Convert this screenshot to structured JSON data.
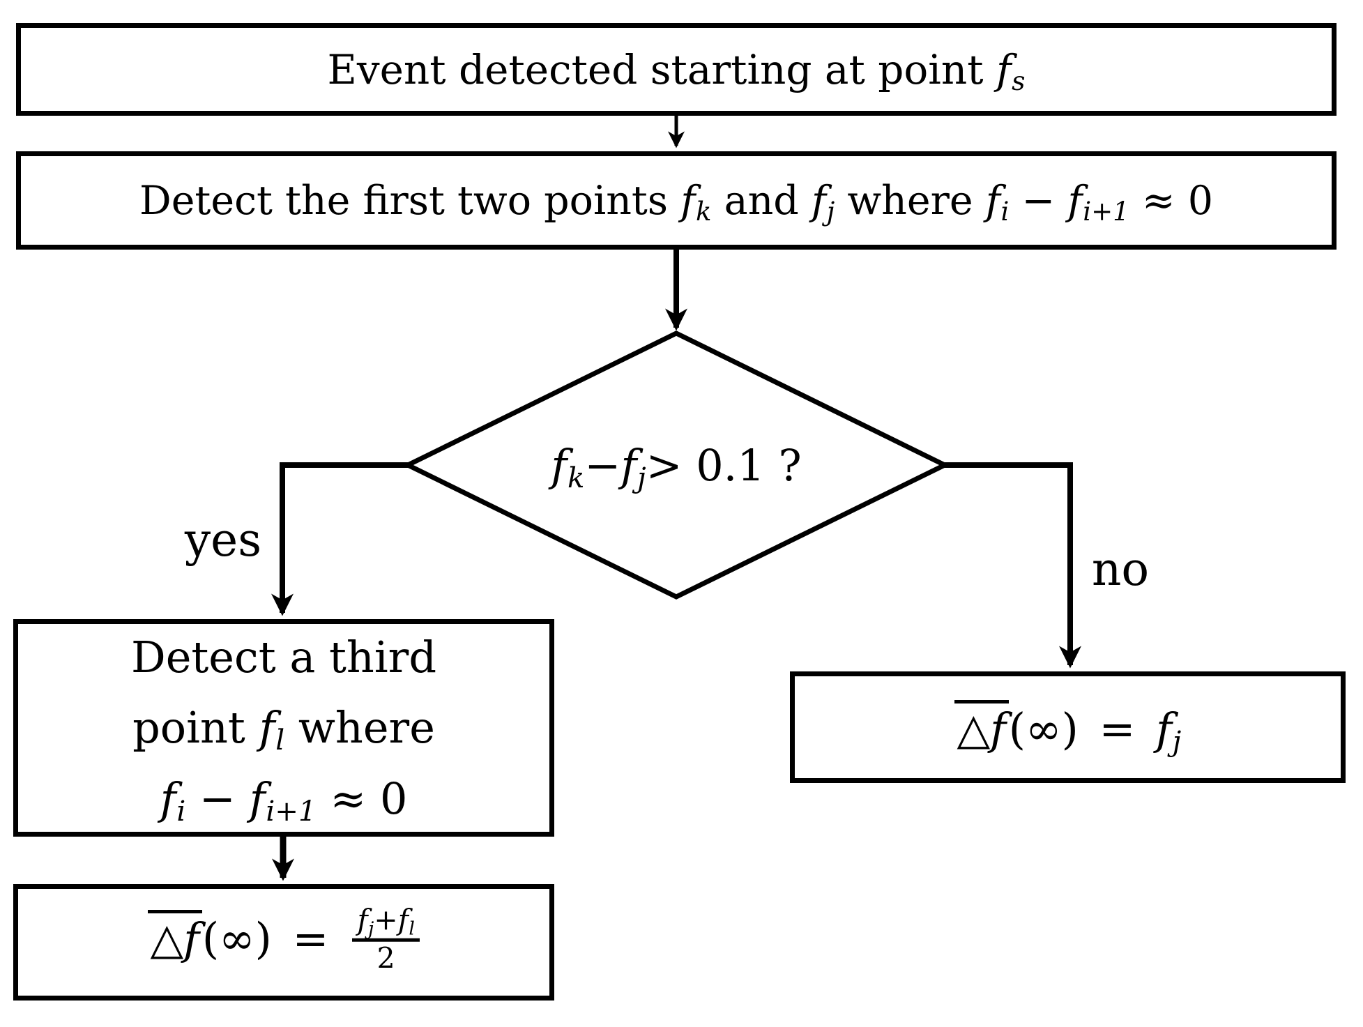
{
  "colors": {
    "stroke": "#000000",
    "background": "#ffffff"
  },
  "labels": {
    "yes": "yes",
    "no": "no"
  },
  "nodes": {
    "start": {
      "tokens": [
        {
          "t": "Event detected starting at point "
        },
        {
          "t": "f",
          "it": true,
          "sub": [
            {
              "t": "s",
              "it": true
            }
          ]
        }
      ]
    },
    "detect_two": {
      "tokens": [
        {
          "t": "Detect the first two points "
        },
        {
          "t": "f",
          "it": true,
          "sub": [
            {
              "t": "k",
              "it": true
            }
          ]
        },
        {
          "t": " and "
        },
        {
          "t": "f",
          "it": true,
          "sub": [
            {
              "t": "j",
              "it": true
            }
          ]
        },
        {
          "t": " where "
        },
        {
          "t": "f",
          "it": true,
          "sub": [
            {
              "t": "i",
              "it": true
            }
          ]
        },
        {
          "t": " − "
        },
        {
          "t": "f",
          "it": true,
          "sub": [
            {
              "t": "i",
              "it": true
            },
            {
              "t": "+1"
            }
          ]
        },
        {
          "t": " ≈ 0"
        }
      ]
    },
    "decision": {
      "tokens": [
        {
          "t": "f",
          "it": true,
          "sub": [
            {
              "t": "k",
              "it": true
            }
          ]
        },
        {
          "t": " − "
        },
        {
          "t": "f",
          "it": true,
          "sub": [
            {
              "t": "j",
              "it": true
            }
          ]
        },
        {
          "t": " > 0.1 ?"
        }
      ]
    },
    "detect_third": {
      "lines": [
        [
          {
            "t": "Detect a third"
          }
        ],
        [
          {
            "t": "point "
          },
          {
            "t": "f",
            "it": true,
            "sub": [
              {
                "t": "l",
                "it": true
              }
            ]
          },
          {
            "t": " where"
          }
        ],
        [
          {
            "t": "f",
            "it": true,
            "sub": [
              {
                "t": "i",
                "it": true
              }
            ]
          },
          {
            "t": " − "
          },
          {
            "t": "f",
            "it": true,
            "sub": [
              {
                "t": "i",
                "it": true
              },
              {
                "t": "+1"
              }
            ]
          },
          {
            "t": " ≈ 0"
          }
        ]
      ]
    },
    "result_avg": {
      "tokens": [
        {
          "over": [
            {
              "t": "△"
            },
            {
              "t": "f",
              "it": true
            }
          ]
        },
        {
          "t": "(∞)"
        },
        {
          "t": " = ",
          "cls": "rel"
        },
        {
          "frac": {
            "num": [
              {
                "t": "f",
                "it": true,
                "sub": [
                  {
                    "t": "j",
                    "it": true
                  }
                ]
              },
              {
                "t": "+"
              },
              {
                "t": "f",
                "it": true,
                "sub": [
                  {
                    "t": "l",
                    "it": true
                  }
                ]
              }
            ],
            "den": [
              {
                "t": "2"
              }
            ]
          }
        }
      ]
    },
    "result_fj": {
      "tokens": [
        {
          "over": [
            {
              "t": "△"
            },
            {
              "t": "f",
              "it": true
            }
          ]
        },
        {
          "t": "(∞)"
        },
        {
          "t": " = ",
          "cls": "rel"
        },
        {
          "t": "f",
          "it": true,
          "sub": [
            {
              "t": "j",
              "it": true
            }
          ]
        }
      ]
    }
  }
}
